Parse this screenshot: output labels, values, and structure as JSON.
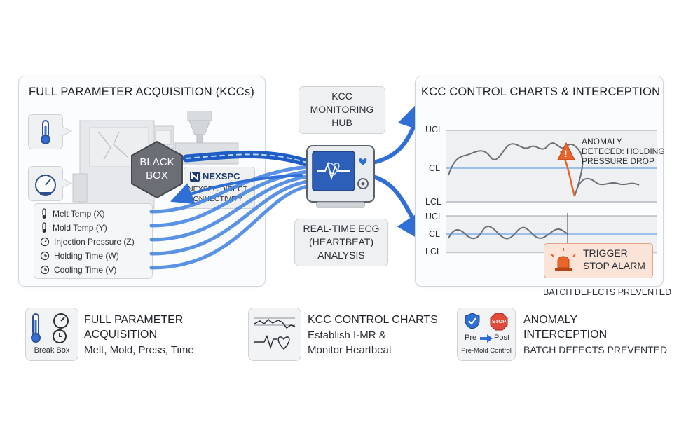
{
  "left_panel": {
    "title": "FULL PARAMETER ACQUISITION (KCCs)",
    "black_box_label": [
      "BLACK",
      "BOX"
    ],
    "nexspc_logo_text": "NEXSPC",
    "nexspc_caption": [
      "NEXSPC DIRECT",
      "CONNECTIVITY"
    ],
    "parameters": [
      {
        "label": "Melt Temp (X)",
        "icon": "thermometer-icon"
      },
      {
        "label": "Mold Temp (Y)",
        "icon": "thermometer-icon"
      },
      {
        "label": "Injection Pressure (Z)",
        "icon": "gauge-icon"
      },
      {
        "label": "Holding Time (W)",
        "icon": "clock-icon"
      },
      {
        "label": "Cooling Time (V)",
        "icon": "clock-icon"
      }
    ]
  },
  "hub": {
    "top_label": [
      "KCC",
      "MONITORING",
      "HUB"
    ],
    "bottom_label": [
      "REAL-TIME ECG",
      "(HEARTBEAT)",
      "ANALYSIS"
    ]
  },
  "right_panel": {
    "title": "KCC CONTROL CHARTS & INTERCEPTION",
    "chart_labels": {
      "ucl": "UCL",
      "cl": "CL",
      "lcl": "LCL"
    },
    "anomaly_text": [
      "ANOMALY",
      "DETECED: HOLDING",
      "PRESSURE DROP"
    ],
    "alarm_text": [
      "TRIGGER",
      "STOP ALARM"
    ],
    "footer": "BATCH DEFECTS PREVENTED"
  },
  "legend": [
    {
      "icon_caption": "Break Box",
      "title": [
        "FULL PARAMETER",
        "ACQUISITION"
      ],
      "subtitle": [
        "Melt, Mold, Press, Time"
      ]
    },
    {
      "icon_caption": "",
      "title": [
        "KCC CONTROL CHARTS"
      ],
      "subtitle": [
        "Establish I-MR &",
        "Monitor Heartbeat"
      ]
    },
    {
      "icon_caption": "Pre-Mold Control",
      "icon_pre": "Pre",
      "icon_post": "Post",
      "icon_stop": "STOP",
      "title": [
        "ANOMALY",
        "INTERCEPTION"
      ],
      "subtitle": [
        "BATCH DEFECTS PREVENTED"
      ]
    }
  ],
  "colors": {
    "accent_blue": "#2f6fd6",
    "alarm_orange": "#e8662b",
    "panel_border": "#d3d7dd"
  }
}
